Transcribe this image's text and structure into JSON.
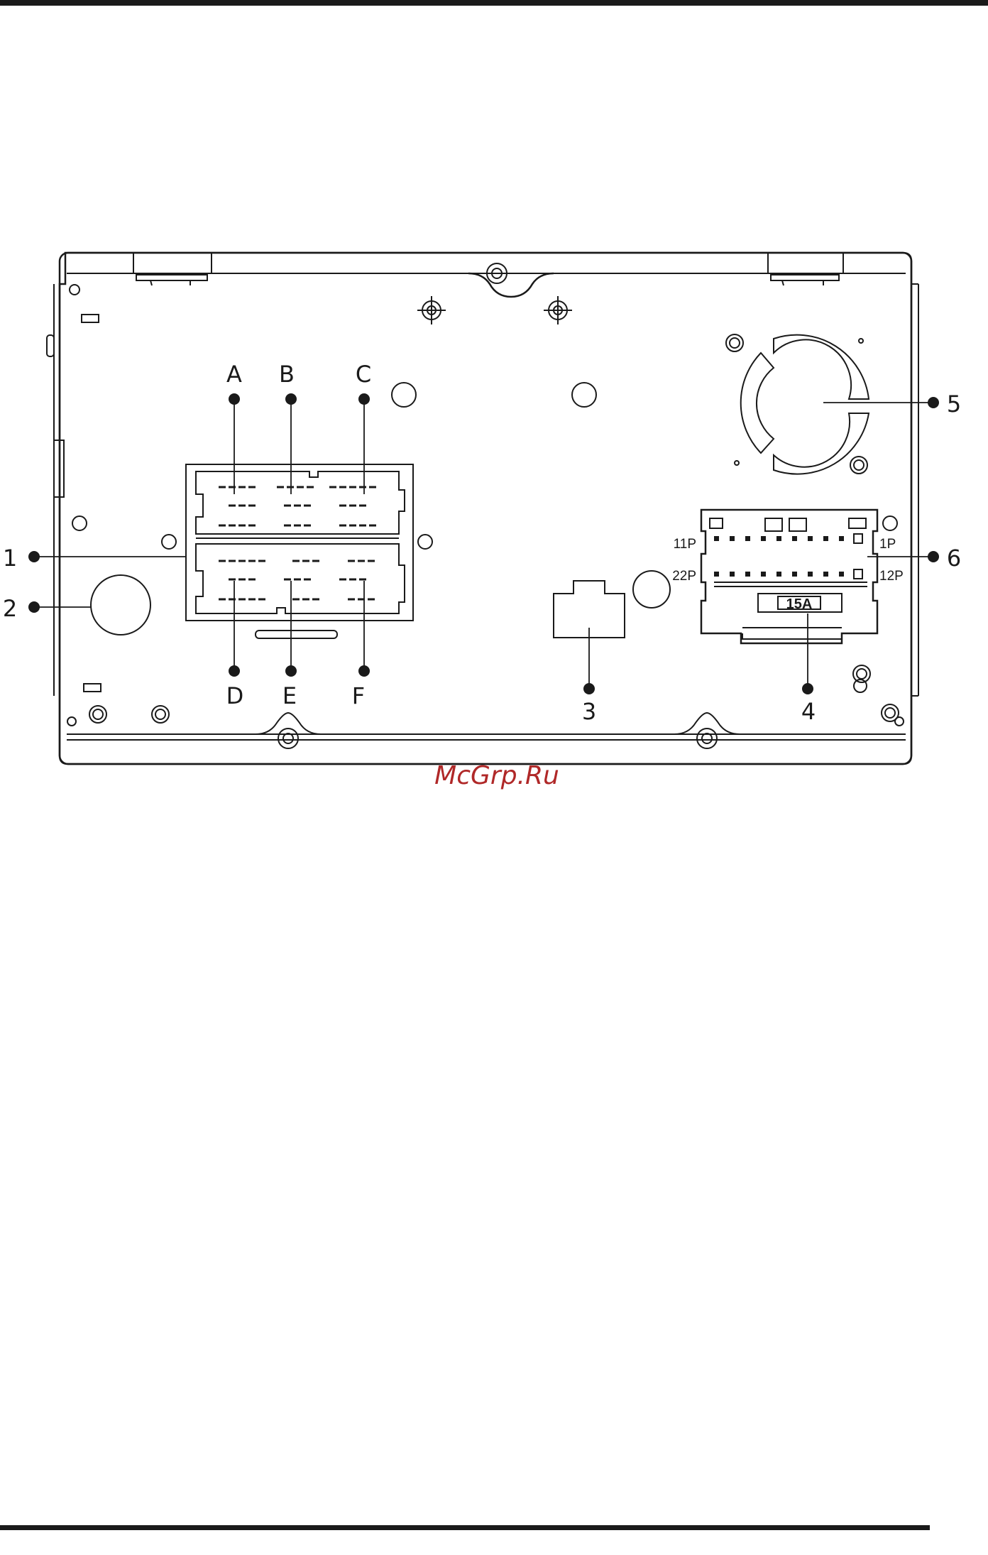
{
  "diagram": {
    "connector_group_labels": [
      "A",
      "B",
      "C",
      "D",
      "E",
      "F"
    ],
    "callout_numbers": [
      "1",
      "2",
      "3",
      "4",
      "5",
      "6"
    ],
    "pin_labels": {
      "top_left": "11P",
      "top_right": "1P",
      "bottom_left": "22P",
      "bottom_right": "12P"
    },
    "fuse_label": "15A",
    "watermark": "McGrp.Ru"
  }
}
